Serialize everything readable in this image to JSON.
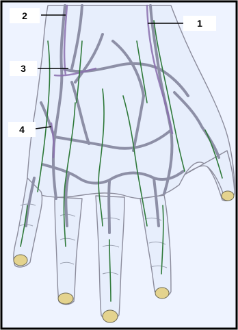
{
  "figure": {
    "labels": [
      {
        "id": "label-1",
        "text": "1"
      },
      {
        "id": "label-2",
        "text": "2"
      },
      {
        "id": "label-3",
        "text": "3"
      },
      {
        "id": "label-4",
        "text": "4"
      }
    ],
    "colors": {
      "background": "#eef3ff",
      "frame": "#000000",
      "skin_outline": "#8c8c9c",
      "vein_purple": "#8a6fae",
      "vein_gray": "#8d8fa6",
      "nerve_green": "#2f7a3a",
      "nail": "#e4d38e"
    }
  }
}
